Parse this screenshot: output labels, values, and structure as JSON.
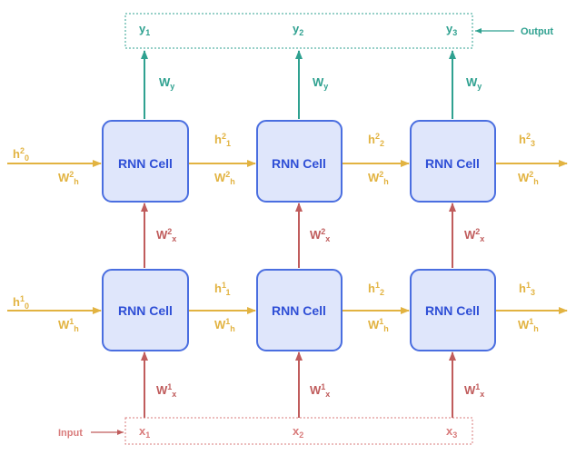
{
  "cell_label": "RNN Cell",
  "output_label": "Output",
  "input_label": "Input",
  "weights": {
    "wy": {
      "main": "W",
      "sub": "y"
    },
    "w2h": {
      "main": "W",
      "sup": "2",
      "sub": "h"
    },
    "w1h": {
      "main": "W",
      "sup": "1",
      "sub": "h"
    },
    "w2x": {
      "main": "W",
      "sup": "2",
      "sub": "x"
    },
    "w1x": {
      "main": "W",
      "sup": "1",
      "sub": "x"
    }
  },
  "outputs": [
    {
      "main": "y",
      "sub": "1"
    },
    {
      "main": "y",
      "sub": "2"
    },
    {
      "main": "y",
      "sub": "3"
    }
  ],
  "inputs": [
    {
      "main": "x",
      "sub": "1"
    },
    {
      "main": "x",
      "sub": "2"
    },
    {
      "main": "x",
      "sub": "3"
    }
  ],
  "layer2_states": [
    {
      "main": "h",
      "sup": "2",
      "sub": "0"
    },
    {
      "main": "h",
      "sup": "2",
      "sub": "1"
    },
    {
      "main": "h",
      "sup": "2",
      "sub": "2"
    },
    {
      "main": "h",
      "sup": "2",
      "sub": "3"
    }
  ],
  "layer1_states": [
    {
      "main": "h",
      "sup": "1",
      "sub": "0"
    },
    {
      "main": "h",
      "sup": "1",
      "sub": "1"
    },
    {
      "main": "h",
      "sup": "1",
      "sub": "2"
    },
    {
      "main": "h",
      "sup": "1",
      "sub": "3"
    }
  ],
  "colors": {
    "cell_fill": "#dfe6fb",
    "cell_stroke": "#4a6ee0",
    "hidden": "#e2b341",
    "output": "#2fa190",
    "input": "#c05c5c",
    "input_light": "#d97b7b"
  }
}
